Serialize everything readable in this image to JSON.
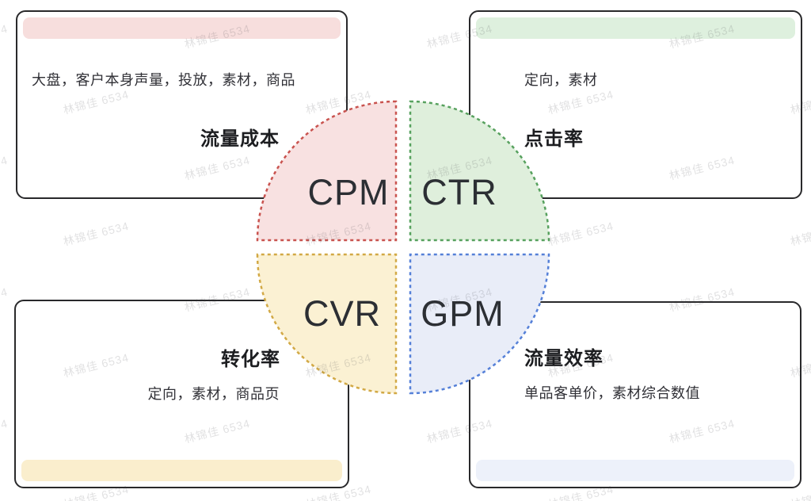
{
  "diagram": {
    "watermark_text": "林锦佳 6534",
    "cards": {
      "traffic_cost": {
        "title": "流量成本",
        "description": "大盘，客户本身声量，投放，素材，商品",
        "accent_color": "#f7dedd"
      },
      "click_rate": {
        "title": "点击率",
        "description": "定向，素材",
        "accent_color": "#def0de"
      },
      "conversion_rate": {
        "title": "转化率",
        "description": "定向，素材，商品页",
        "accent_color": "#faeecd"
      },
      "traffic_efficiency": {
        "title": "流量效率",
        "description": "单品客单价，素材综合数值",
        "accent_color": "#edf1fa"
      }
    },
    "quadrants": {
      "cpm": {
        "label": "CPM",
        "fill": "#f8e1e1",
        "stroke": "#c9534f"
      },
      "ctr": {
        "label": "CTR",
        "fill": "#dfefdc",
        "stroke": "#57a15e"
      },
      "cvr": {
        "label": "CVR",
        "fill": "#fbf1d3",
        "stroke": "#d2a945"
      },
      "gpm": {
        "label": "GPM",
        "fill": "#e9edf8",
        "stroke": "#5580d8"
      }
    }
  }
}
